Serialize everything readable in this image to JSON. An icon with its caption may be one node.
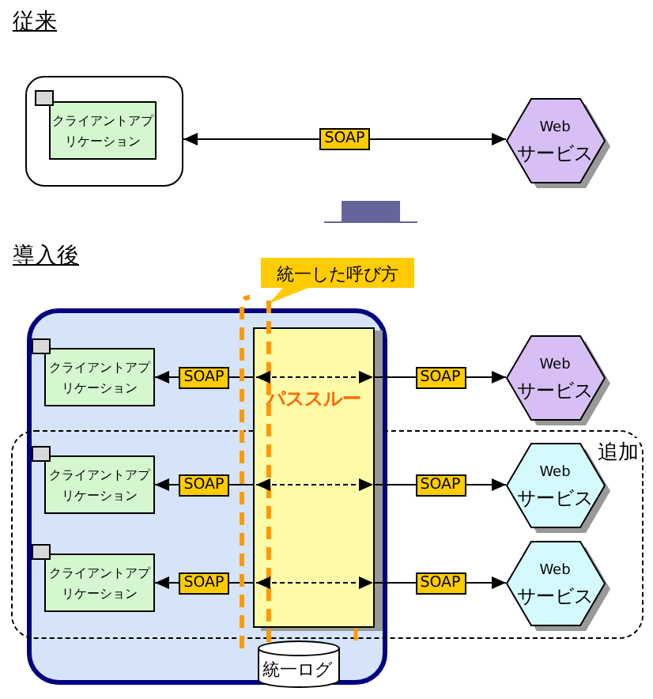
{
  "diagram": {
    "nodes": [
      {
        "text": [],
        "shape": "box"
      },
      {
        "text": [
          "クライアントアプリケーション"
        ],
        "in": 0
      },
      {
        "text": [
          "Web",
          "サービス"
        ]
      },
      {
        "text": [],
        "shape": "box"
      },
      {
        "text": [
          "パススルー"
        ],
        "in": 3
      },
      {
        "text": [
          "クライアントアプリケーション"
        ],
        "in": 3
      },
      {
        "text": [
          "クライアントアプリケーション"
        ]
      },
      {
        "text": [
          "クライアントアプリケーション"
        ]
      },
      {
        "text": [
          "Web",
          "サービス"
        ]
      },
      {
        "text": [
          "追加"
        ]
      },
      {
        "text": [
          "Web",
          "サービス"
        ],
        "in": 9
      },
      {
        "text": [
          "Web",
          "サービス"
        ],
        "in": 9
      },
      {
        "text": [
          "統一した呼び方"
        ]
      },
      {
        "text": [
          "統一ログ"
        ],
        "in": 3
      }
    ],
    "edges": [
      {
        "from": 2,
        "to": 0,
        "arrow": "both",
        "label": "SOAP"
      },
      {
        "from": 4,
        "to": 5,
        "arrow": "to",
        "label": "SOAP"
      },
      {
        "from": 4,
        "to": 8,
        "arrow": "to",
        "label": "SOAP"
      },
      {
        "from": 4,
        "to": 6,
        "arrow": "to",
        "label": "SOAP"
      },
      {
        "from": 4,
        "to": 10,
        "arrow": "to",
        "label": "SOAP"
      },
      {
        "from": 4,
        "to": 7,
        "arrow": "to",
        "label": "SOAP"
      },
      {
        "from": 4,
        "to": 11,
        "arrow": "to",
        "label": "SOAP"
      },
      {
        "from": 4,
        "to": 13,
        "arrow": "none",
        "style": "thick",
        "color": "#ff9900"
      }
    ],
    "labels": [
      "従来",
      "導入後"
    ]
  }
}
